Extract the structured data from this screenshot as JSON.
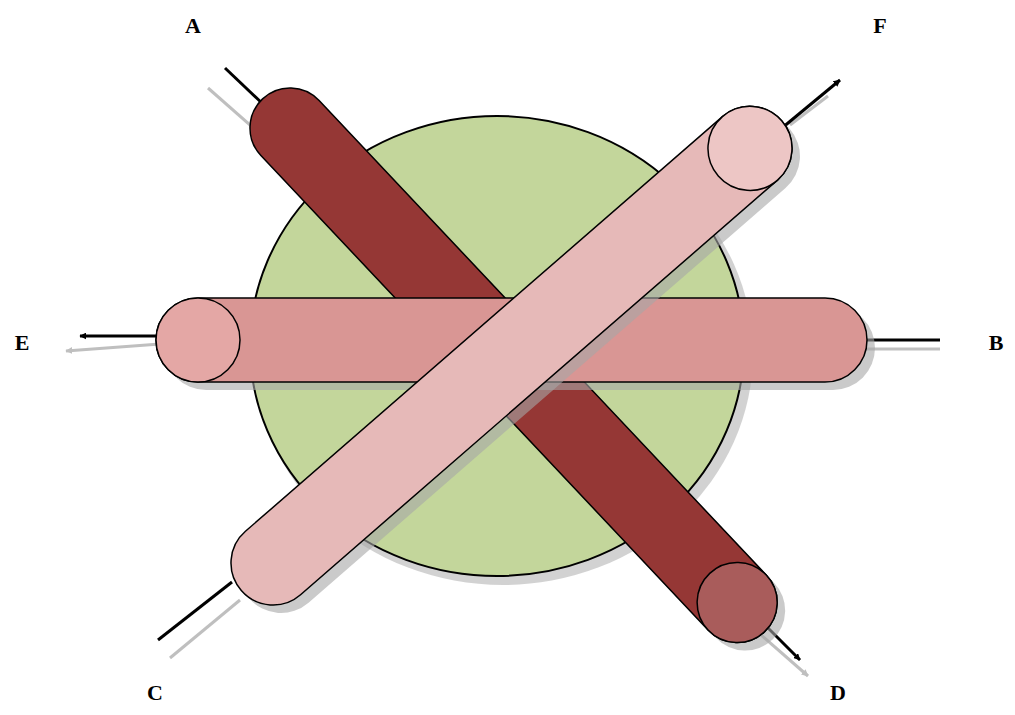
{
  "diagram": {
    "labels": [
      "A",
      "F",
      "E",
      "B",
      "C",
      "D"
    ]
  }
}
